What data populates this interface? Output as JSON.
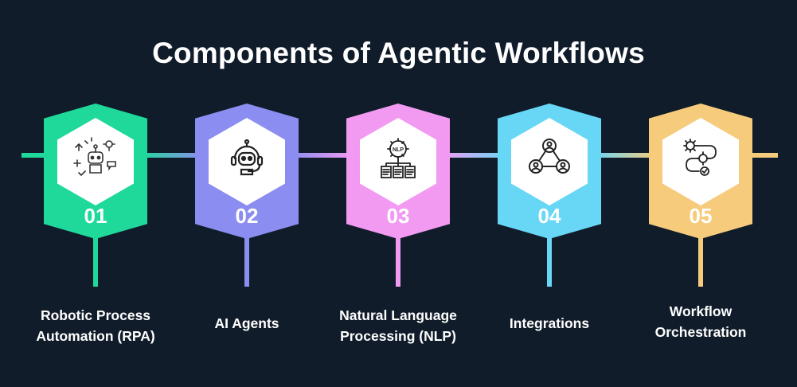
{
  "title": "Components of Agentic Workflows",
  "colors": {
    "background": "#101c2a",
    "step1": "#1fd99b",
    "step2": "#8b8ef0",
    "step3": "#f29af2",
    "step4": "#68d7f6",
    "step5": "#f7cb7c"
  },
  "steps": [
    {
      "number": "01",
      "label_line1": "Robotic Process",
      "label_line2": "Automation (RPA)",
      "icon": "robot-automation-icon"
    },
    {
      "number": "02",
      "label_line1": "AI Agents",
      "label_line2": "",
      "icon": "ai-agent-headset-icon"
    },
    {
      "number": "03",
      "label_line1": "Natural Language",
      "label_line2": "Processing (NLP)",
      "icon": "nlp-documents-icon"
    },
    {
      "number": "04",
      "label_line1": "Integrations",
      "label_line2": "",
      "icon": "network-people-icon"
    },
    {
      "number": "05",
      "label_line1": "Workflow",
      "label_line2": "Orchestration",
      "icon": "workflow-gears-icon"
    }
  ]
}
